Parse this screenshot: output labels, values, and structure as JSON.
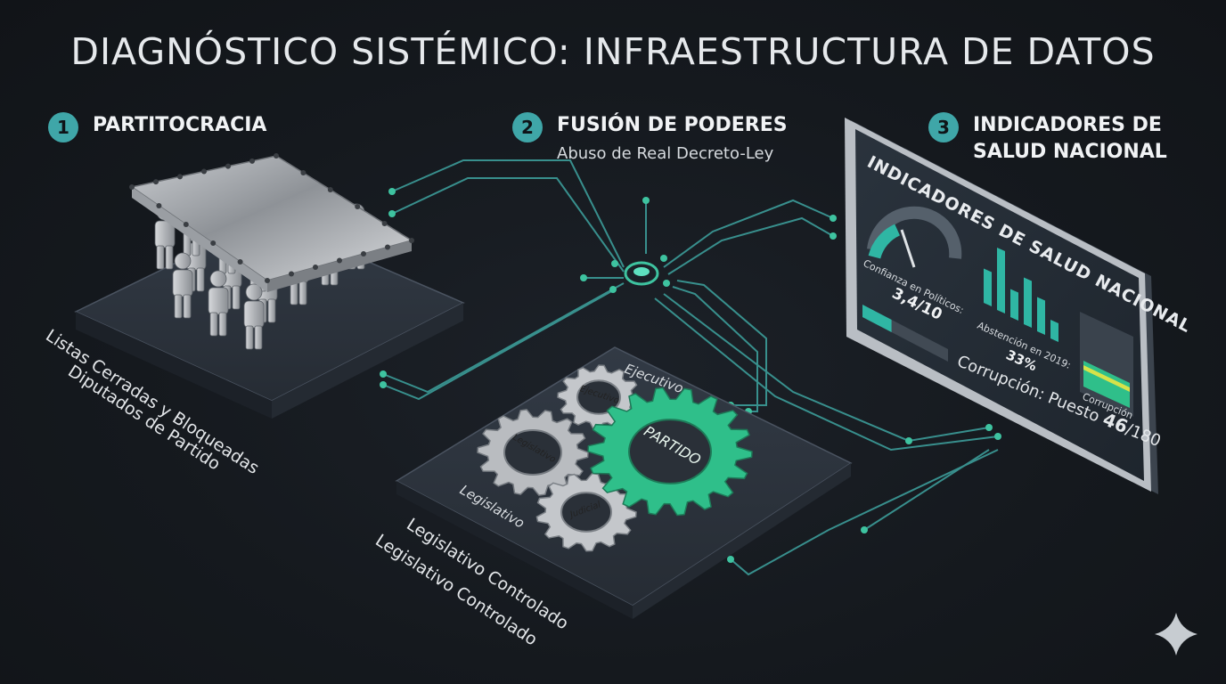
{
  "title": "DIAGNÓSTICO SISTÉMICO: INFRAESTRUCTURA DE DATOS",
  "sections": [
    {
      "number": "1",
      "label": "PARTITOCRACIA"
    },
    {
      "number": "2",
      "label": "FUSIÓN DE PODERES",
      "subtitle": "Abuso de Real Decreto-Ley"
    },
    {
      "number": "3",
      "label_line1": "INDICADORES DE",
      "label_line2": "SALUD NACIONAL"
    }
  ],
  "partitocracia": {
    "caption_line1": "Listas Cerradas y Bloqueadas",
    "caption_line2": "Diputados de Partido"
  },
  "gears": {
    "ejecutivo": "Ejecutivo",
    "ejecutivo_gear": "Ejecutivo",
    "legislativo_gear": "Legislativo",
    "judicial_gear": "Judicial",
    "partido": "PARTIDO",
    "legislativo": "Legislativo",
    "caption_line1": "Legislativo Controlado",
    "caption_line2": "Legislativo Controlado"
  },
  "monitor": {
    "header": "INDICADORES DE SALUD NACIONAL",
    "confianza_label": "Confianza en Políticos:",
    "confianza_value": "3,4/10",
    "confianza_fraction": 0.34,
    "abstencion_label": "Abstención en 2019:",
    "abstencion_value": "33%",
    "abstencion_bars": [
      0.55,
      1.0,
      0.45,
      0.75,
      0.55,
      0.3
    ],
    "corrupcion_text": "Corrupción: Puesto",
    "corrupcion_rank": "46",
    "corrupcion_total": "/180",
    "corrupcion_label": "Corrupción",
    "accent": "#2fbf8a",
    "teal": "#2fb6a4"
  },
  "sparkle_icon": "sparkle-icon"
}
